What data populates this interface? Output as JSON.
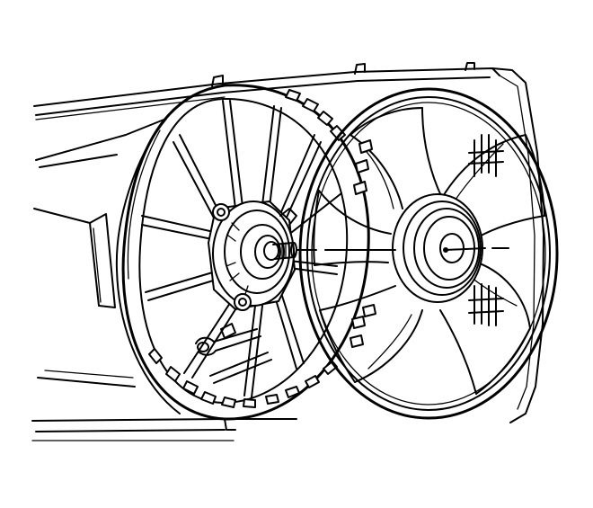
{
  "figure": {
    "colors": {
      "ink": "#000000",
      "paper": "#ffffff"
    },
    "parts": [
      "radiator-frame",
      "fan-shroud",
      "shroud-vents",
      "shroud-spokes",
      "fan-motor",
      "motor-mounting-bolt",
      "motor-wiring-connector",
      "fan-blade-ring",
      "fan-blades",
      "fan-hub",
      "centerline"
    ]
  }
}
